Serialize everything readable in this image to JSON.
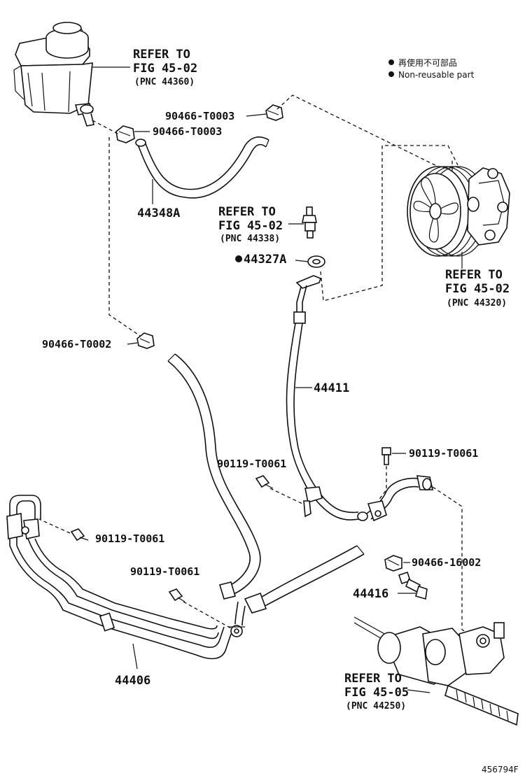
{
  "legend": {
    "line1": "再使用不可部品",
    "line2": "Non-reusable part"
  },
  "refs": {
    "reservoir": {
      "line1": "REFER TO",
      "line2": "FIG 45-02",
      "line3": "(PNC 44360)"
    },
    "switch": {
      "line1": "REFER TO",
      "line2": "FIG 45-02",
      "line3": "(PNC 44338)"
    },
    "pump": {
      "line1": "REFER TO",
      "line2": "FIG 45-02",
      "line3": "(PNC 44320)"
    },
    "gear": {
      "line1": "REFER TO",
      "line2": "FIG 45-05",
      "line3": "(PNC 44250)"
    }
  },
  "parts": {
    "clip_top": "90466-T0003",
    "clip_reservoir": "90466-T0003",
    "hose_return_upper": "44348A",
    "gasket": "44327A",
    "clip_left": "90466-T0002",
    "pressure_hose": "44411",
    "bolt_mid": "90119-T0061",
    "bolt_right": "90119-T0061",
    "bolt_left": "90119-T0061",
    "clip_right": "90466-16002",
    "union": "44416",
    "bolt_lower": "90119-T0061",
    "return_tube": "44406"
  },
  "figure_id": "456794F"
}
